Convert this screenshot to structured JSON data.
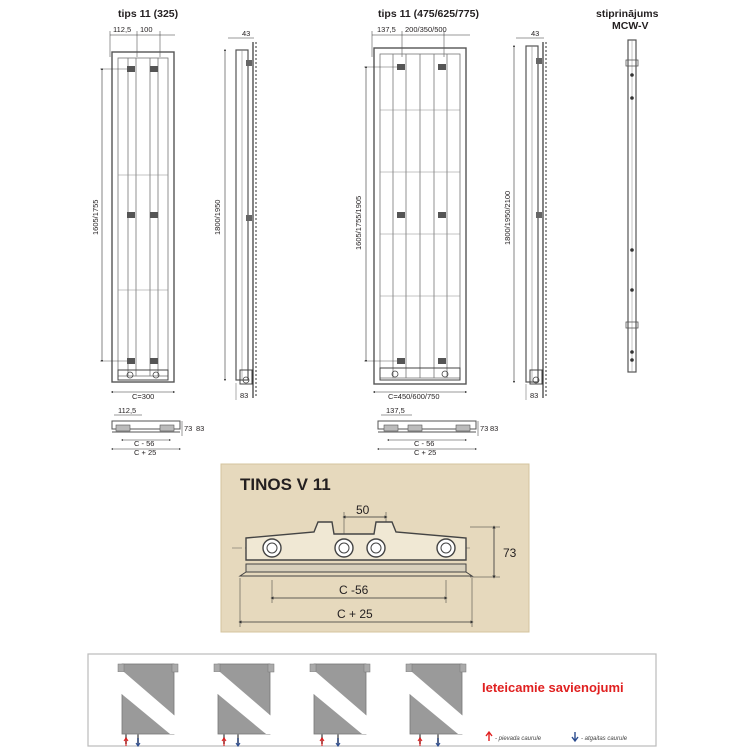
{
  "colors": {
    "line": "#555555",
    "dim": "#333333",
    "panel_bg": "#e6d9bd",
    "panel_border": "#d4c49e",
    "legend_red": "#e02020",
    "supply_arrow": "#e02020",
    "return_arrow": "#2a4b8f",
    "radiator_gray": "#9a9a9a"
  },
  "drawings": {
    "left": {
      "title": "tips 11 (325)",
      "top_dim_a": "112,5",
      "top_dim_b": "100",
      "height_dim": "1605/1755",
      "bottom_dim": "C=300",
      "side_height_dim": "1800/1950",
      "side_top_dim": "43",
      "side_bottom_dim": "83",
      "plan_dim_top": "112,5",
      "plan_dim_c56": "C - 56",
      "plan_dim_c25": "C + 25",
      "plan_dim_73": "73",
      "plan_dim_83": "83"
    },
    "right": {
      "title": "tips 11 (475/625/775)",
      "top_dim_a": "137,5",
      "top_dim_b": "200/350/500",
      "height_dim": "1605/1755/1905",
      "bottom_dim": "C=450/600/750",
      "side_height_dim": "1800/1950/2100",
      "side_top_dim": "43",
      "side_bottom_dim": "83",
      "plan_dim_top": "137,5",
      "plan_dim_c56": "C - 56",
      "plan_dim_c25": "C + 25",
      "plan_dim_73": "73",
      "plan_dim_83": "83"
    },
    "bracket": {
      "title_line1": "stiprinājums",
      "title_line2": "MCW-V"
    }
  },
  "detail_panel": {
    "title": "TINOS V 11",
    "dim_spacing": "50",
    "dim_height": "73",
    "dim_c56": "C -56",
    "dim_c25": "C + 25"
  },
  "legend": {
    "title": "Ieteicamie savienojumi",
    "supply_label": "- pievada caurule",
    "return_label": "- atgaitas caurule",
    "variant_count": 4
  }
}
